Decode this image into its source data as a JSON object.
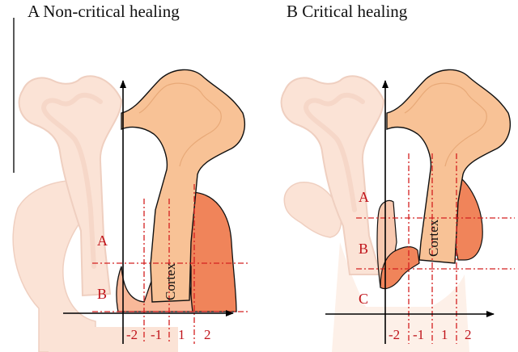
{
  "panel_a": {
    "title": "A Non-critical healing",
    "cortex_label": "Cortex",
    "region_labels": [
      "A",
      "B"
    ],
    "tick_labels": [
      "-2",
      "-1",
      "1",
      "2"
    ]
  },
  "panel_b": {
    "title": "B Critical healing",
    "cortex_label": "Cortex",
    "region_labels": [
      "A",
      "B",
      "C"
    ],
    "tick_labels": [
      "-2",
      "-1",
      "1",
      "2"
    ]
  },
  "colors": {
    "faded_bone": "#fbe3d6",
    "faded_bone_outline": "#e9c3b3",
    "cortex_fill": "#f8c296",
    "callus_dark": "#f0845a",
    "callus_light": "#f8b899",
    "callus_pale": "#fbd5c2",
    "guide_red": "#d42020",
    "label_red": "#c0131a",
    "axis": "#000000"
  }
}
